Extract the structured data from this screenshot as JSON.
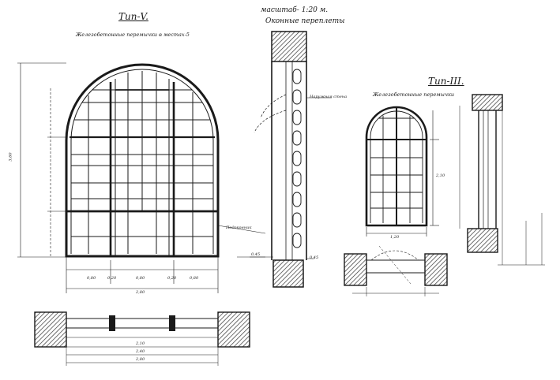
{
  "sheet": {
    "scale_title": "масштаб- 1:20 м.",
    "sheet_title": "Оконные переплеты"
  },
  "type_v": {
    "title": "Тип-V.",
    "subtitle": "Железобетонные перемычки в местах-5",
    "height_dim": "3,60",
    "width_dim": "2,80",
    "module_dims": [
      "0,80",
      "0,20",
      "0,80",
      "0,20",
      "0,80"
    ],
    "level_note": "Подоконник",
    "bottom_dim": "0,45"
  },
  "type_iii": {
    "title": "Тип-III.",
    "subtitle": "Железобетонные перемычки",
    "width_dim": "1,20",
    "height_dim": "2,10"
  },
  "section": {
    "top_note": "Наружная стена",
    "bottom_dim": "0,45"
  },
  "plan_v": {
    "dims": [
      "2,10",
      "2,40",
      "2,80"
    ]
  }
}
